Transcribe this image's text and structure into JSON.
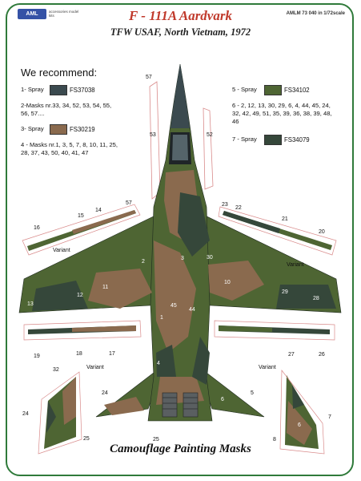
{
  "header": {
    "title": "F - 111A Aardvark",
    "subtitle": "TFW USAF, North Vietnam, 1972",
    "catalog": "AMLM 73 040 in 1/72scale",
    "logo_text": "AML",
    "logo_sub": "accessories model kits"
  },
  "legend": {
    "heading": "We recommend:",
    "steps": [
      {
        "label": "1- Spray",
        "code": "FS37038",
        "color": "#3b4a4f"
      },
      {
        "label": "2-Masks nr.33, 34, 52, 53, 54, 55, 56, 57...."
      },
      {
        "label": "3- Spray",
        "code": "FS30219",
        "color": "#8a6a4e"
      },
      {
        "label": "4 - Masks nr.1, 3, 5, 7, 8, 10, 11, 25, 28, 37, 43, 50, 40, 41, 47"
      },
      {
        "label": "5 - Spray",
        "code": "FS34102",
        "color": "#4e6533"
      },
      {
        "label": "6 - 2, 12, 13, 30, 29, 6, 4, 44, 45, 24, 32, 42, 49, 51, 35, 39, 36, 38, 39, 48, 46"
      },
      {
        "label": "7 - Spray",
        "code": "FS34079",
        "color": "#35473a"
      }
    ]
  },
  "mask_numbers": {
    "n57_top": "57",
    "n53": "53",
    "n52": "52",
    "n15": "15",
    "n14": "14",
    "n57_wing": "57",
    "n16": "16",
    "n23": "23",
    "n22": "22",
    "n21": "21",
    "n20": "20",
    "variant_left": "Variant",
    "variant_right": "Variant",
    "n2": "2",
    "n3": "3",
    "n30": "30",
    "n10": "10",
    "n12": "12",
    "n11": "11",
    "n13": "13",
    "n29": "29",
    "n28": "28",
    "n45": "45",
    "n44": "44",
    "n1": "1",
    "n4": "4",
    "n19": "19",
    "n18": "18",
    "n17": "17",
    "n27": "27",
    "n26": "26",
    "variant_tail_left": "Variant",
    "variant_tail_right": "Variant",
    "n32": "32",
    "n24_left": "24",
    "n25_left": "25",
    "n24_tail": "24",
    "n25_tail": "25",
    "n6": "6",
    "n5": "5",
    "n7": "7",
    "n6_right": "6",
    "n8": "8"
  },
  "footer": {
    "text": "Camouflage Painting Masks"
  },
  "colors": {
    "frame": "#2f7a3a",
    "title": "#c0392b",
    "gray": "#3b4a4f",
    "tan": "#8a6a4e",
    "green": "#4e6533",
    "dark_green": "#35473a",
    "mask_outline": "#d98b8b"
  }
}
